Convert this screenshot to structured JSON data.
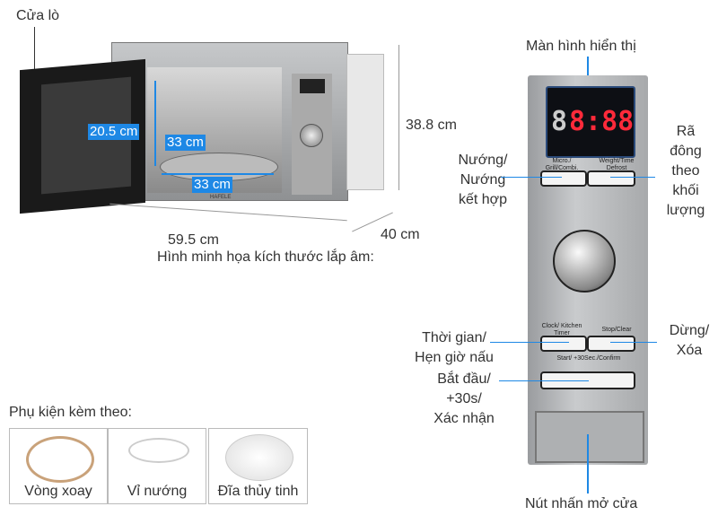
{
  "left": {
    "door_label": "Cửa lò",
    "height": "38.8 cm",
    "inner_height": "20.5 cm",
    "inner_depth": "33 cm",
    "inner_width": "33 cm",
    "width": "59.5 cm",
    "depth": "40 cm",
    "caption": "Hình minh họa kích thước lắp âm:",
    "brand": "HAFELE"
  },
  "panel": {
    "display_label": "Màn hình hiển thị",
    "display_value": "8:88",
    "display_digit": "8",
    "btn_micro": "Micro./ Grill/Combi.",
    "btn_weight": "Weight/Time Defrost",
    "btn_clock": "Clock/ Kitchen Timer",
    "btn_stop": "Stop/Clear",
    "btn_start": "Start/ +30Sec./Confirm",
    "callouts": {
      "grill": [
        "Nướng/",
        "Nướng",
        "kết hợp"
      ],
      "defrost": [
        "Rã",
        "đông",
        "theo",
        "khối",
        "lượng"
      ],
      "timer": [
        "Thời gian/",
        "Hẹn giờ nấu"
      ],
      "stop": [
        "Dừng/",
        "Xóa"
      ],
      "start": [
        "Bắt đầu/",
        "+30s/",
        "Xác nhận"
      ],
      "door": "Nút nhấn mở cửa"
    },
    "display_color": "#ff2a3a",
    "accent": "#1e88e5"
  },
  "accessories": {
    "title": "Phụ kiện kèm theo:",
    "items": [
      {
        "label": "Vòng xoay"
      },
      {
        "label": "Vỉ nướng"
      },
      {
        "label": "Đĩa thủy tinh"
      }
    ]
  }
}
